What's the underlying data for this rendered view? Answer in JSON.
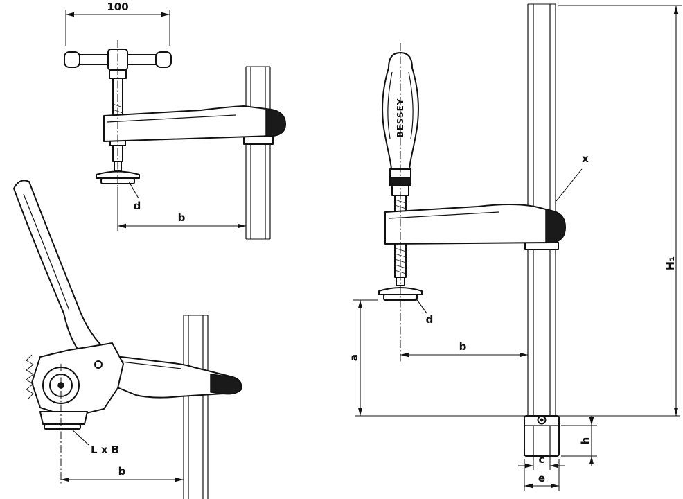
{
  "drawing": {
    "view1": {
      "dim_100": "100",
      "label_d": "d",
      "label_b": "b"
    },
    "view2": {
      "label_lxb": "L x B",
      "label_b": "b"
    },
    "view3": {
      "brand": "BESSEY",
      "label_x": "x",
      "label_h1": "H₁",
      "label_a": "a",
      "label_b": "b",
      "label_d": "d",
      "label_c": "c",
      "label_e": "e",
      "label_h": "h"
    }
  },
  "colors": {
    "ink": "#111111",
    "background": "#ffffff",
    "accent_dark": "#1a1a1a"
  }
}
